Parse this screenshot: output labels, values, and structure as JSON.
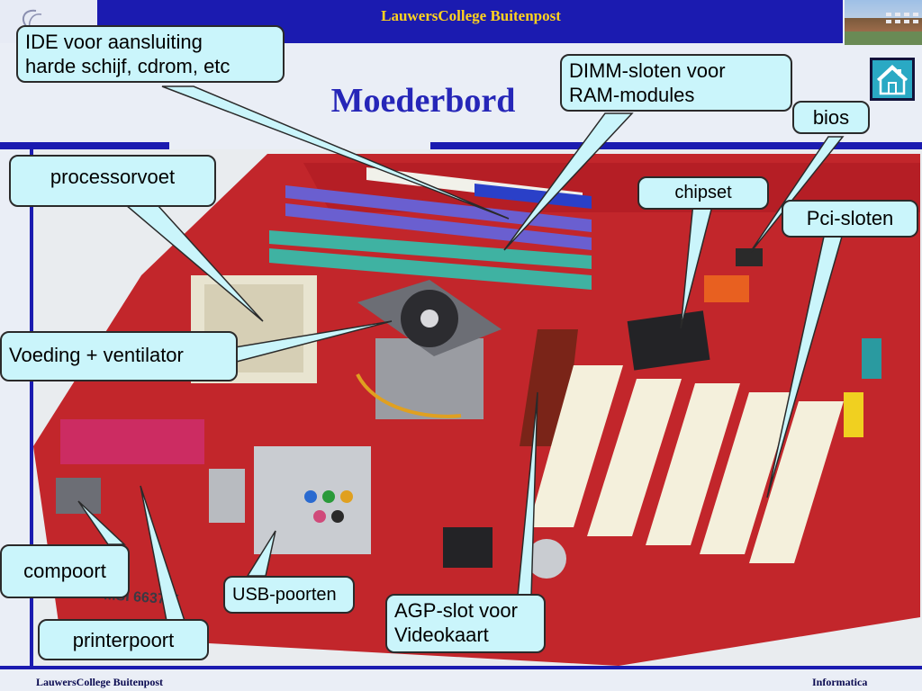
{
  "header": {
    "title": "LauwersCollege   Buitenpost"
  },
  "page_title": "Moederbord",
  "home_icon": "home-icon",
  "callouts": {
    "ide": {
      "line1": "IDE voor aansluiting",
      "line2": "harde schijf, cdrom, etc"
    },
    "dimm": {
      "line1": "DIMM-sloten voor",
      "line2": "RAM-modules"
    },
    "bios": {
      "label": "bios"
    },
    "processor": {
      "label": "processorvoet"
    },
    "chipset": {
      "label": "chipset"
    },
    "pci": {
      "label": "Pci-sloten"
    },
    "voeding": {
      "label": "Voeding + ventilator"
    },
    "compoort": {
      "label": "compoort"
    },
    "usb": {
      "label": "USB-poorten"
    },
    "agp": {
      "line1": "AGP-slot voor",
      "line2": "Videokaart"
    },
    "printer": {
      "label": "printerpoort"
    }
  },
  "board_marking": "MSI 6637 E",
  "footer": {
    "left": "LauwersCollege Buitenpost",
    "right": "Informatica"
  },
  "colors": {
    "brand_blue": "#1b1bb0",
    "title_yellow": "#ffd21f",
    "callout_fill": "#caf5fb",
    "board_red": "#c2262b"
  }
}
